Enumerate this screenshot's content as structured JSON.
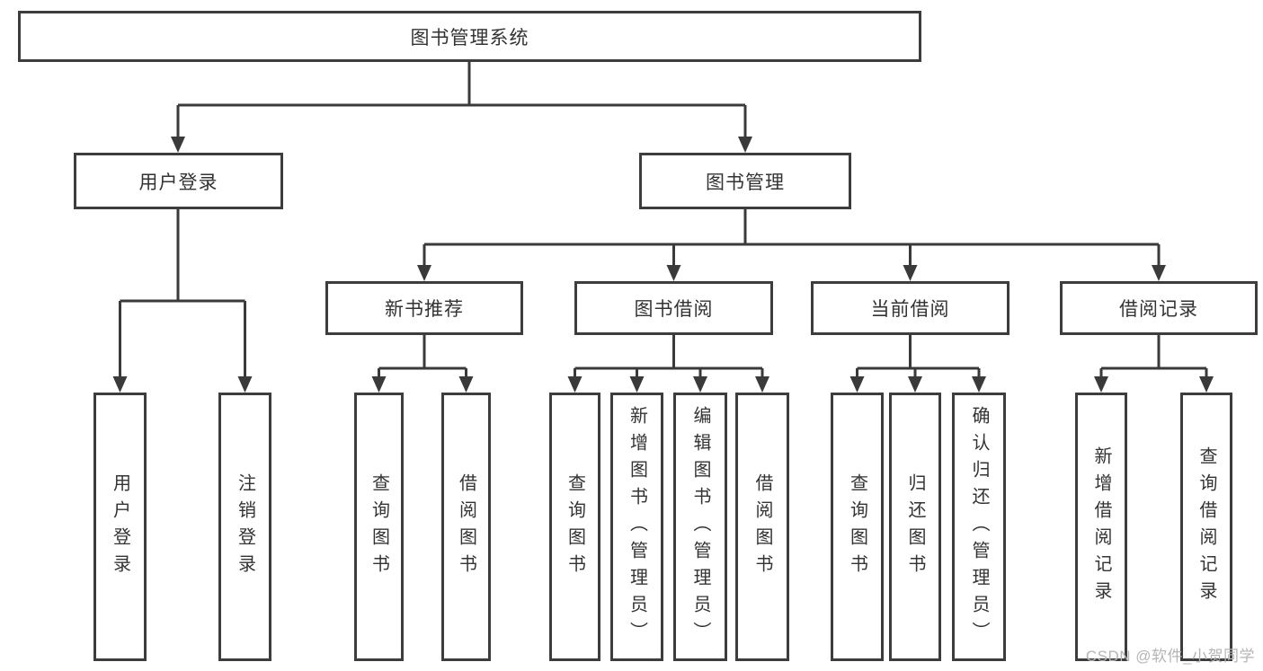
{
  "nodes": {
    "root": "图书管理系统",
    "user_login": "用户登录",
    "book_management": "图书管理",
    "new_book_recommendation": "新书推荐",
    "book_borrowing": "图书借阅",
    "current_borrowing": "当前借阅",
    "borrowing_records": "借阅记录",
    "leaf_user_login": "用户登录",
    "leaf_logout_login": "注销登录",
    "leaf_nbr_query_books": "查询图书",
    "leaf_nbr_borrow_books": "借阅图书",
    "leaf_bb_query_books": "查询图书",
    "leaf_bb_add_books_admin": "新增图书（管理员）",
    "leaf_bb_edit_books_admin": "编辑图书（管理员）",
    "leaf_bb_borrow_books": "借阅图书",
    "leaf_cb_query_books": "查询图书",
    "leaf_cb_return_books": "归还图书",
    "leaf_cb_confirm_return_admin": "确认归还（管理员）",
    "leaf_br_add_record": "新增借阅记录",
    "leaf_br_query_record": "查询借阅记录"
  },
  "watermark": "CSDN @软件_小贺同学",
  "colors": {
    "line": "#3a3a3a",
    "box_border": "#3d3d3d",
    "text": "#333333",
    "watermark": "#b5b5b5"
  }
}
